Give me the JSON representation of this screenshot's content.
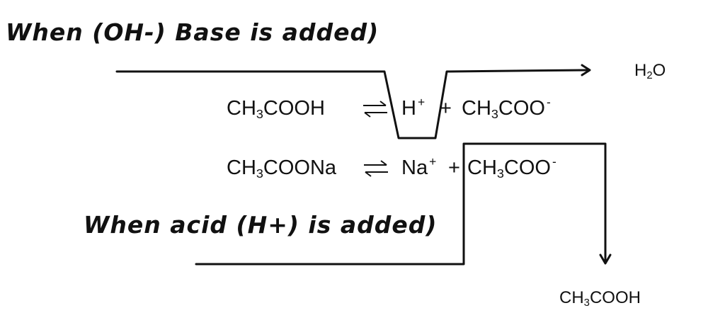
{
  "labels": {
    "base_added": "When (OH-) Base is added)",
    "acid_added": "When acid (H+) is added)"
  },
  "reaction1": {
    "reactant": {
      "pre": "CH",
      "sub": "3",
      "post": "COOH"
    },
    "cation": {
      "main": "H",
      "sup": "+"
    },
    "plus": "+",
    "anion": {
      "pre": "CH",
      "sub": "3",
      "post": "COO",
      "sup": "-"
    }
  },
  "reaction2": {
    "reactant": {
      "pre": "CH",
      "sub": "3",
      "post": "COONa"
    },
    "cation": {
      "main": "Na",
      "sup": "+"
    },
    "plus": "+",
    "anion": {
      "pre": "CH",
      "sub": "3",
      "post": "COO",
      "sup": "-"
    }
  },
  "products": {
    "water": {
      "pre": "H",
      "sub": "2",
      "post": "O"
    },
    "acetic_acid": {
      "pre": "CH",
      "sub": "3",
      "post": "COOH"
    }
  },
  "colors": {
    "ink": "#111111",
    "background": "#ffffff"
  }
}
